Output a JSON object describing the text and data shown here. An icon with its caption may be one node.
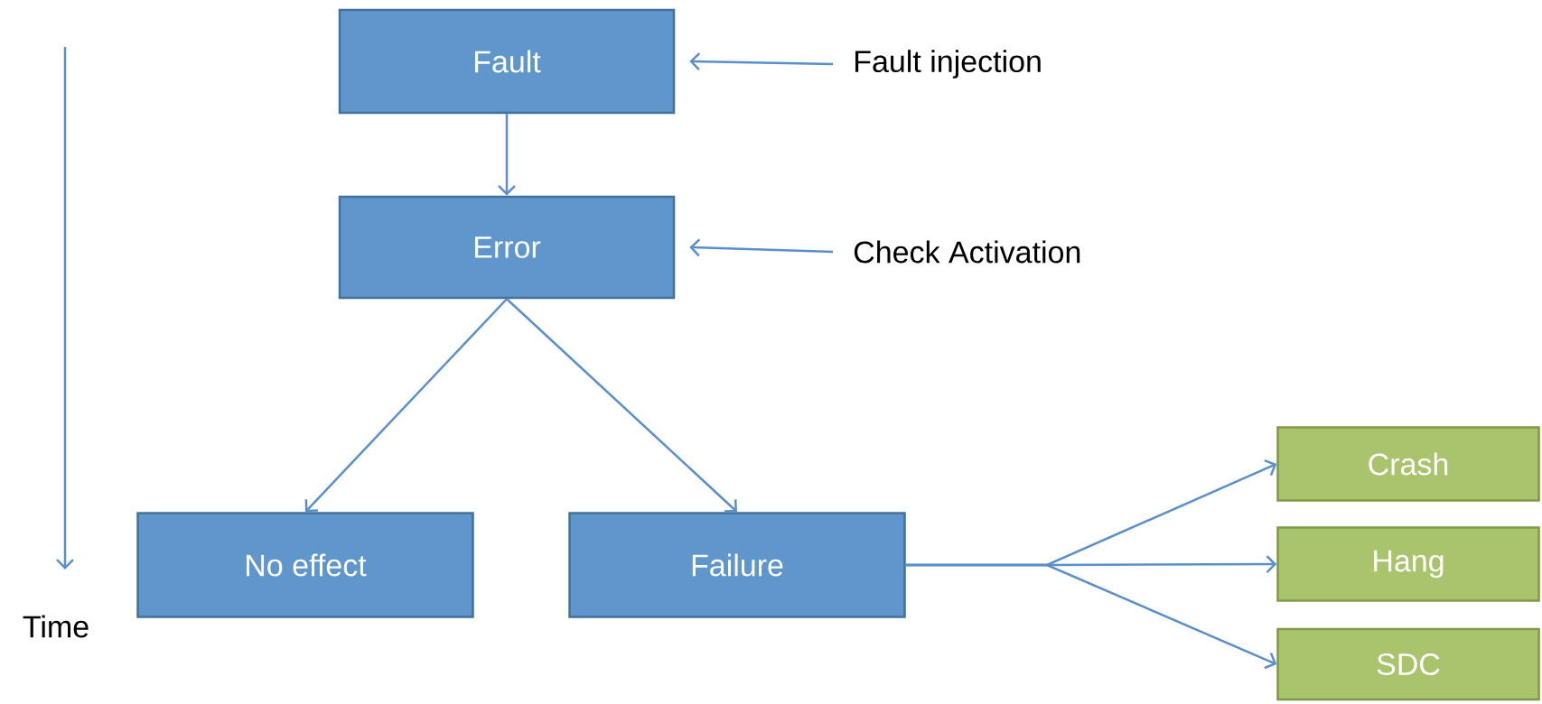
{
  "diagram": {
    "nodes": [
      {
        "text": [
          "Fault"
        ]
      },
      {
        "text": [
          "Error"
        ]
      },
      {
        "text": [
          "No effect"
        ]
      },
      {
        "text": [
          "Failure"
        ]
      },
      {
        "text": [
          "Crash"
        ]
      },
      {
        "text": [
          "Hang"
        ]
      },
      {
        "text": [
          "SDC"
        ]
      },
      {
        "text": [
          "Fault injection"
        ]
      },
      {
        "text": [
          "Check Activation"
        ]
      }
    ],
    "edges": [
      {
        "from": 7,
        "to": 0,
        "arrow": "to"
      },
      {
        "from": 0,
        "to": 1,
        "arrow": "to"
      },
      {
        "from": 8,
        "to": 1,
        "arrow": "to"
      },
      {
        "from": 1,
        "to": 2,
        "arrow": "to"
      },
      {
        "from": 1,
        "to": 3,
        "arrow": "to"
      },
      {
        "from": 3,
        "to": 4,
        "arrow": "to"
      },
      {
        "from": 3,
        "to": 5,
        "arrow": "to"
      },
      {
        "from": 3,
        "to": 6,
        "arrow": "to"
      }
    ],
    "labels": [
      "Time"
    ]
  }
}
